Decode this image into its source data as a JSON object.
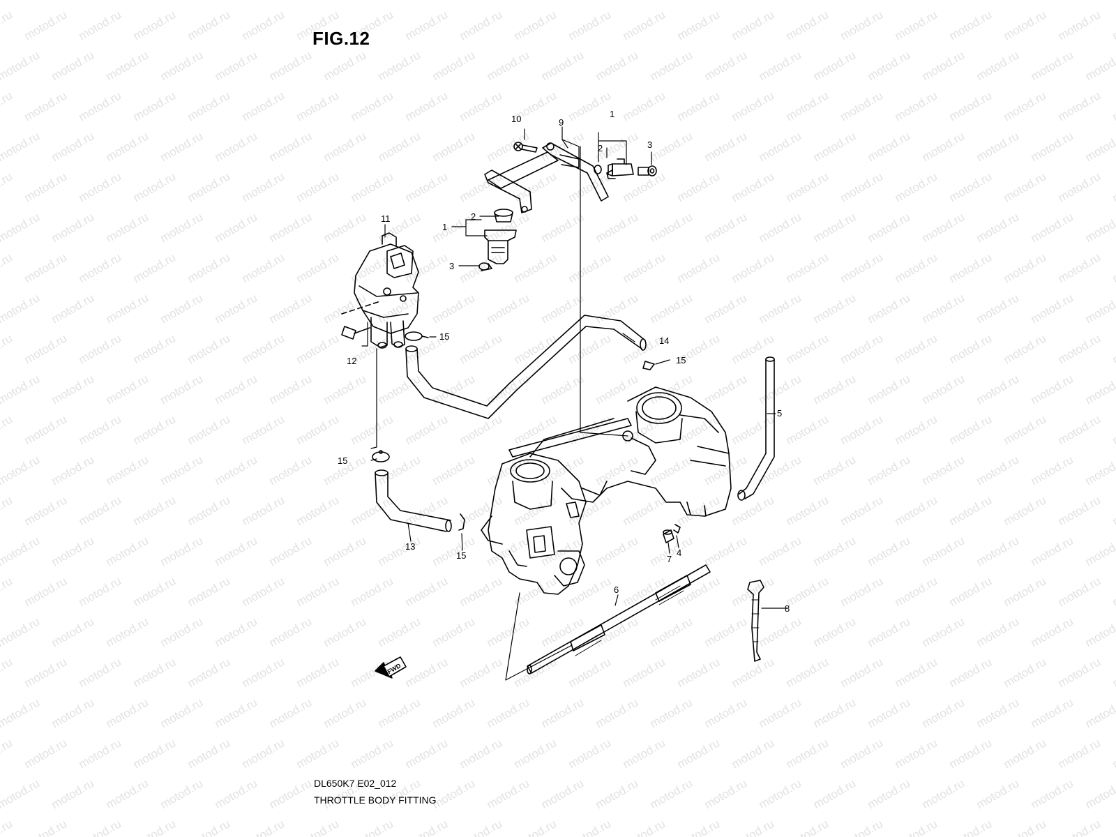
{
  "figure": {
    "title": "FIG.12",
    "reference_code": "DL650K7 E02_012",
    "caption": "THROTTLE BODY FITTING",
    "watermark_text": "motod.ru",
    "fwd_label": "FWD"
  },
  "callouts": {
    "injector_top": "1",
    "oring_top": "2",
    "cushion_top": "3",
    "screw_10": "10",
    "pipe_9": "9",
    "oring_left": "2",
    "injector_left": "1",
    "cushion_left": "3",
    "iacv_11": "11",
    "screw_12": "12",
    "clamp_15_a": "15",
    "hose_14": "14",
    "clamp_15_b": "15",
    "hose_5": "5",
    "clamp_15_c": "15",
    "hose_13": "13",
    "clamp_15_d": "15",
    "cap_7": "7",
    "clamp_4": "4",
    "hose_6": "6",
    "clamp_8": "8"
  }
}
